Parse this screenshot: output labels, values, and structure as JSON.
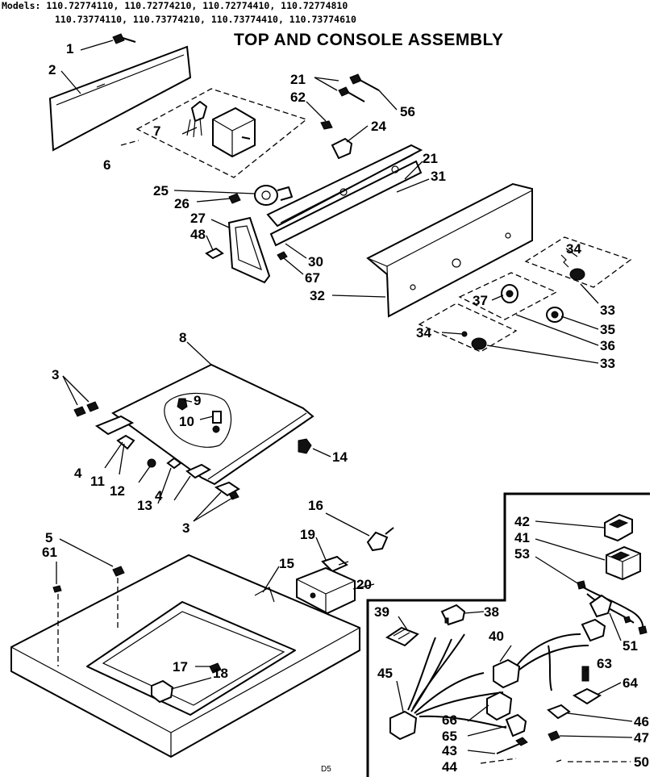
{
  "header": {
    "models_line1": "Models: 110.72774110, 110.72774210, 110.72774410, 110.72774810",
    "models_line2": "110.73774110, 110.73774210, 110.73774410, 110.73774610",
    "title": "TOP AND CONSOLE ASSEMBLY"
  },
  "footer": {
    "code": "D5"
  },
  "labels": {
    "p1": "1",
    "p2": "2",
    "p3a": "3",
    "p3b": "3",
    "p4a": "4",
    "p4b": "4",
    "p5": "5",
    "p6": "6",
    "p7": "7",
    "p8": "8",
    "p9": "9",
    "p10": "10",
    "p11": "11",
    "p12": "12",
    "p13": "13",
    "p14": "14",
    "p15": "15",
    "p16": "16",
    "p17": "17",
    "p18": "18",
    "p19": "19",
    "p20": "20",
    "p21a": "21",
    "p21b": "21",
    "p24": "24",
    "p25": "25",
    "p26": "26",
    "p27": "27",
    "p30": "30",
    "p31": "31",
    "p32": "32",
    "p33a": "33",
    "p33b": "33",
    "p34a": "34",
    "p34b": "34",
    "p35": "35",
    "p36": "36",
    "p37": "37",
    "p38": "38",
    "p39": "39",
    "p40": "40",
    "p41": "41",
    "p42": "42",
    "p43": "43",
    "p44": "44",
    "p45": "45",
    "p46": "46",
    "p47": "47",
    "p48": "48",
    "p50": "50",
    "p51": "51",
    "p53": "53",
    "p56": "56",
    "p61": "61",
    "p62": "62",
    "p63": "63",
    "p64": "64",
    "p65": "65",
    "p66": "66",
    "p67": "67"
  }
}
